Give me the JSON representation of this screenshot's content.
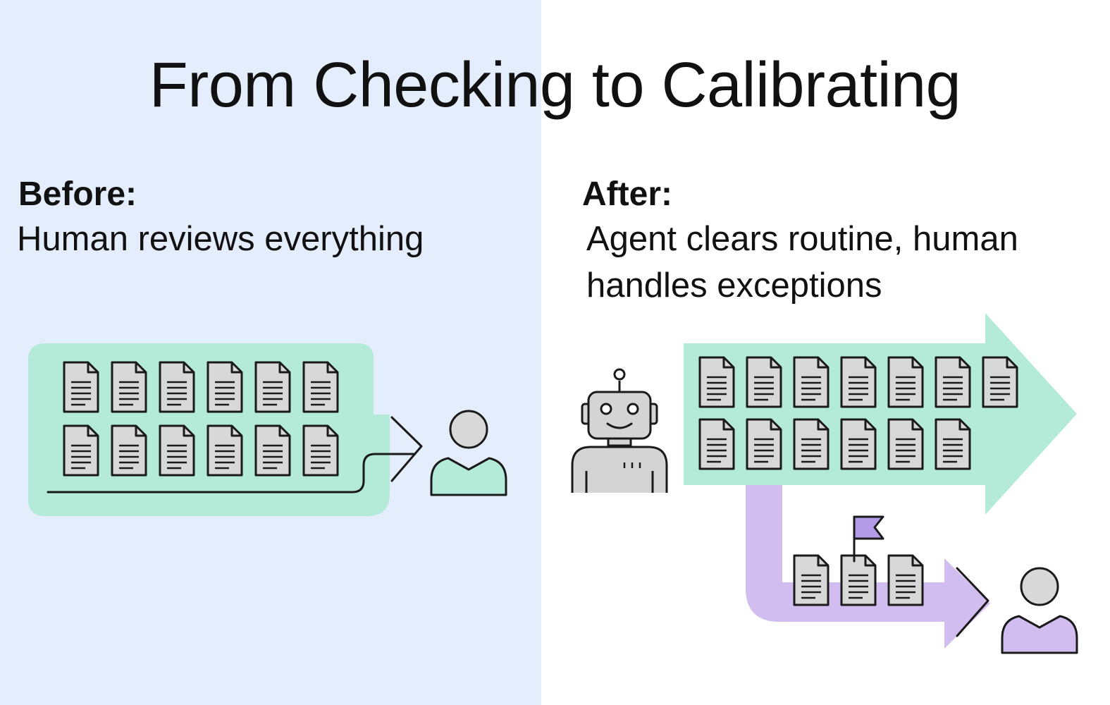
{
  "title": "From Checking to Calibrating",
  "before": {
    "heading": "Before:",
    "description": "Human reviews everything",
    "document_count": 12,
    "reviewer_icon": "person-icon"
  },
  "after": {
    "heading": "After:",
    "description_line1": "Agent clears routine, human",
    "description_line2": "handles exceptions",
    "routine_document_count": 13,
    "exception_document_count": 3,
    "agent_icon": "robot-icon",
    "flag_icon": "flag-icon",
    "reviewer_icon": "person-icon"
  },
  "colors": {
    "left_background": "#e3edfb",
    "right_background": "#ffffff",
    "green_flow": "#b3ead8",
    "purple_flow": "#d2bdf0",
    "purple_dark": "#b39be8",
    "document_fill": "#d8d8d8",
    "outline": "#1a1a1a",
    "robot_fill": "#d4d4d4"
  }
}
